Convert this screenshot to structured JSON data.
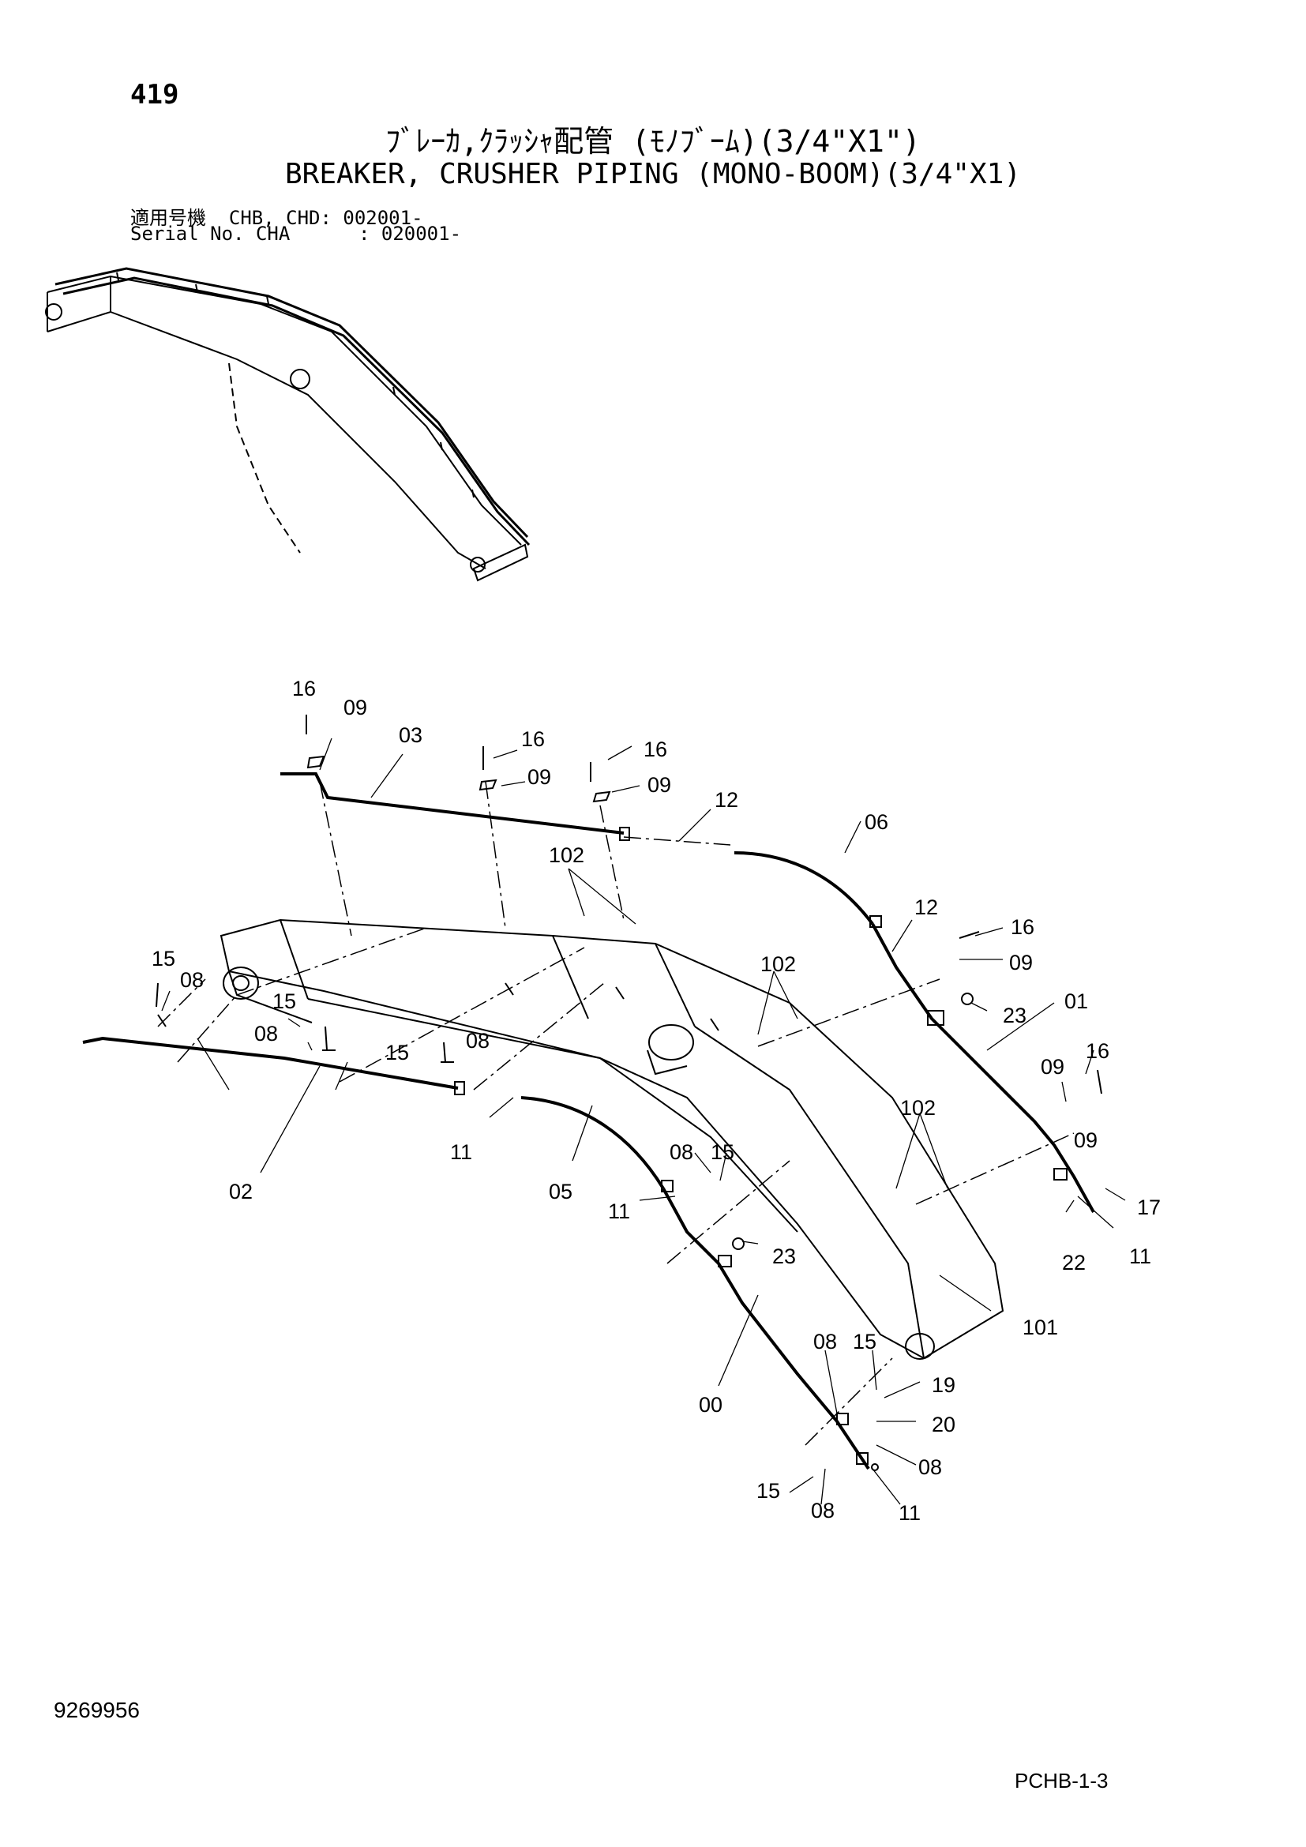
{
  "header": {
    "page_number": "419",
    "title_jp": "ﾌﾞﾚｰｶ,ｸﾗｯｼｬ配管 (ﾓﾉﾌﾞｰﾑ)(3/4\"X1\")",
    "title_en": "BREAKER, CRUSHER PIPING (MONO-BOOM)(3/4\"X1)",
    "serial_line_1": "適用号機  CHB, CHD: 002001-",
    "serial_line_2": "Serial No. CHA      : 020001-"
  },
  "footer": {
    "doc_number": "9269956",
    "page_code": "PCHB-1-3"
  },
  "callouts": {
    "c1": "16",
    "c2": "09",
    "c3": "03",
    "c4": "16",
    "c5": "09",
    "c6": "16",
    "c7": "09",
    "c8": "12",
    "c9": "102",
    "c10": "06",
    "c11": "12",
    "c12": "16",
    "c13": "09",
    "c14": "15",
    "c15": "08",
    "c16": "15",
    "c17": "08",
    "c18": "15",
    "c19": "08",
    "c20": "102",
    "c21": "23",
    "c22": "01",
    "c23": "16",
    "c24": "09",
    "c25": "11",
    "c26": "02",
    "c27": "05",
    "c28": "102",
    "c29": "09",
    "c30": "08",
    "c31": "15",
    "c32": "17",
    "c33": "11",
    "c34": "23",
    "c35": "22",
    "c36": "11",
    "c37": "101",
    "c38": "08",
    "c39": "15",
    "c40": "00",
    "c41": "19",
    "c42": "20",
    "c43": "08",
    "c44": "15",
    "c45": "08",
    "c46": "11"
  }
}
